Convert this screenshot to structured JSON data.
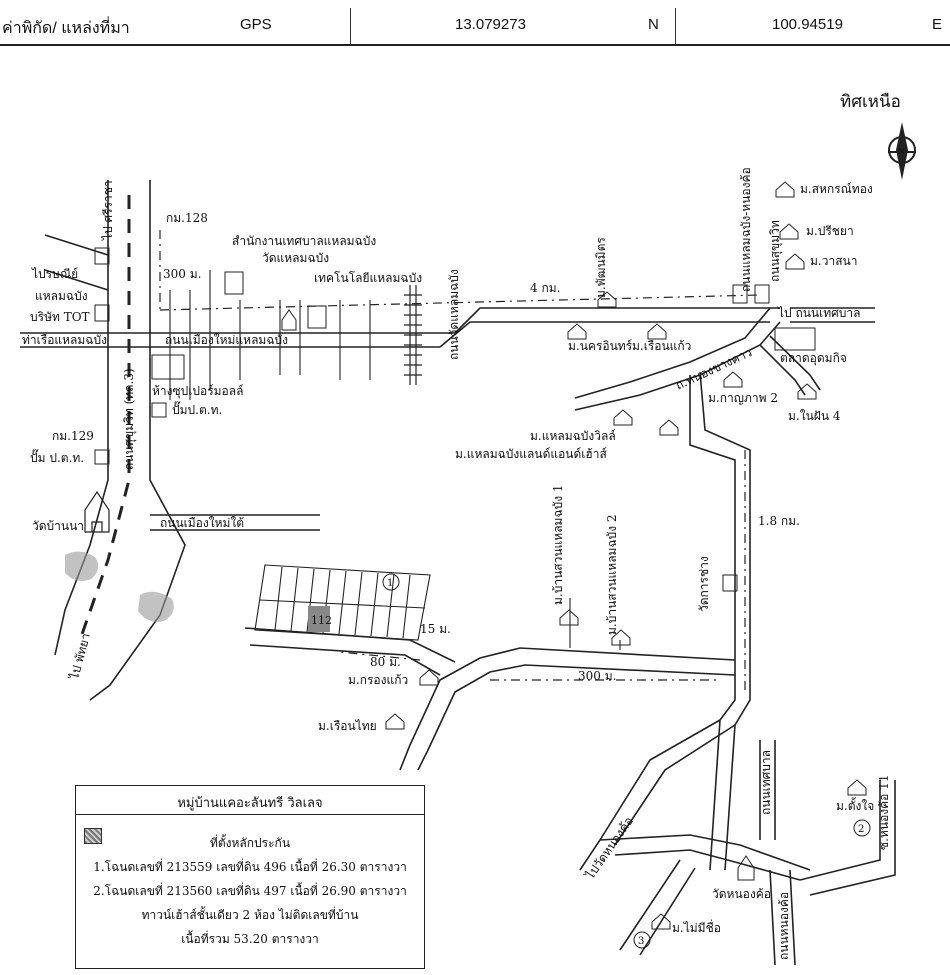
{
  "header": {
    "coord_label": "ค่าพิกัด/  แหล่งที่มา",
    "source": "GPS",
    "lat": "13.079273",
    "lat_dir": "N",
    "lon": "100.94519",
    "lon_dir": "E"
  },
  "north_label": "ทิศเหนือ",
  "labels": {
    "km128": "กม.128",
    "dist300a": "300 ม.",
    "postoffice": "ไปรษณีย์",
    "laemchabang": "แหลมฉบัง",
    "tot": "บริษัท TOT",
    "port": "ท่าเรือแหลมฉบัง",
    "municipality": "สำนักงานเทศบาลแหลมฉบัง",
    "wat_lcb": "วัดแหลมฉบัง",
    "tech": "เทคโนโลยีแหลมฉบัง",
    "road_citygate": "ถนนเมืองใหม่แหลมฉบัง",
    "dist4km": "4 กม.",
    "road_wat": "ถนนวัดแหลมฉบัง",
    "m_pattana": "ม.พัฒนมิตร",
    "m_nakhon": "ม.นครอินทร์",
    "m_ruenkaew": "ม.เรือนแก้ว",
    "supermarket": "ห้างซุปเปอร์มอลล์",
    "pump1": "ปั๊มป.ต.ท.",
    "km129": "กม.129",
    "pump2": "ปั๊ม ป.ต.ท.",
    "sukhumvit": "ถนนสุขุมวิท (ทล.3)",
    "wat_bannoi": "วัดบ้านนา",
    "road_mueangmai": "ถนนเมืองใหม่ใต้",
    "to_sriracha": "ไป ศรีราชา",
    "to_pattaya": "ไป พัทยา",
    "dist15": "15 ม.",
    "dist80": "80 ม.",
    "m_krongkaew": "ม.กรองแก้ว",
    "dist300b": "300 ม.",
    "m_ruenthai": "ม.เรือนไทย",
    "m_suan1": "ม.บ้านสวนแหลมฉบัง 1",
    "m_suan2": "ม.บ้านสวนแหลมฉบัง 2",
    "m_lcbland": "ม.แหลมฉบังแลนด์แอนด์เฮ้าส์",
    "m_lcbville": "ม.แหลมฉบังวิลล์",
    "road_hnongkhangkhaw": "ถ.หนองขางคาว",
    "m_sahakorn": "ม.สหกรณ์ทอง",
    "m_preecha": "ม.ปรีชยา",
    "m_wasana": "ม.วาสนา",
    "market": "ตลาดอุดมกิจ",
    "m_kanthap": "ม.กาญภาพ 2",
    "m_naifan": "ม.ในฝัน 4",
    "road_right": "ไป ถนนเทศบาล",
    "dist18": "1.8 กม.",
    "watdu": "วัดการช่าง",
    "road_east": "ถนนเทศบาล",
    "m_tangjai": "ม.ตั้งใจ",
    "wat_nongkho": "วัดหนองค้อ",
    "m_nameless": "ม.ไม่มีชื่อ",
    "to_left_road": "ไปวัดหนองค้อ",
    "road_soi": "ซ.หนองค้อ 11",
    "road_bottom": "ถนนหนองค้อ",
    "plot_no": "112",
    "circle1": "1",
    "circle2": "2",
    "circle3": "3",
    "road_right_top": "ถนนสุขุมวิท",
    "road_vertical_right": "ถนนแหลมฉบัง-หนองค้อ"
  },
  "legend": {
    "title": "หมู่บ้านแคอะลันทรี วิลเลจ",
    "swatch_label": "ที่ตั้งหลักประกัน",
    "line1": "1.โฉนดเลขที่ 213559  เลขที่ดิน 496 เนื้อที่ 26.30 ตารางวา",
    "line2": "2.โฉนดเลขที่ 213560  เลขที่ดิน 497 เนื้อที่ 26.90 ตารางวา",
    "line3": "ทาวน์เฮ้าส์ชั้นเดียว 2 ห้อง ไม่ติดเลขที่บ้าน",
    "line4": "เนื้อที่รวม 53.20 ตารางวา"
  }
}
